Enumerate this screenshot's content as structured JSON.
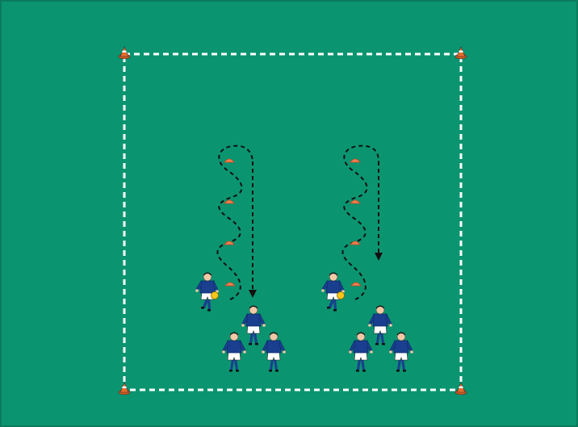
{
  "diagram": {
    "kind": "soccer-drill",
    "colors": {
      "pitch": "#0b9470",
      "pitch_border": "#0b7a5c",
      "field_lines": "#ffffff",
      "path_line": "#111111",
      "corner_cone": "#e86a2a",
      "marker_cone": "#f08050",
      "jersey": "#1a3f8f",
      "shorts": "#ffffff",
      "socks": "#1a3f8f",
      "skin": "#f1c9a5",
      "hair": "#1a1a1a",
      "ball": "#f5c518"
    },
    "area": {
      "boundary": "dashed",
      "corner_markers": "cone-icon",
      "corner_count": 4
    },
    "stations": [
      {
        "id": "left-station",
        "marker_cones": 4,
        "dribbler_with_ball": 1,
        "waiting_players": 3,
        "dribble_path": "dashed-weave",
        "return_path": "dashed-arrow-down"
      },
      {
        "id": "right-station",
        "marker_cones": 4,
        "dribbler_with_ball": 1,
        "waiting_players": 3,
        "dribble_path": "dashed-weave",
        "return_path": "dashed-arrow-down"
      }
    ]
  }
}
